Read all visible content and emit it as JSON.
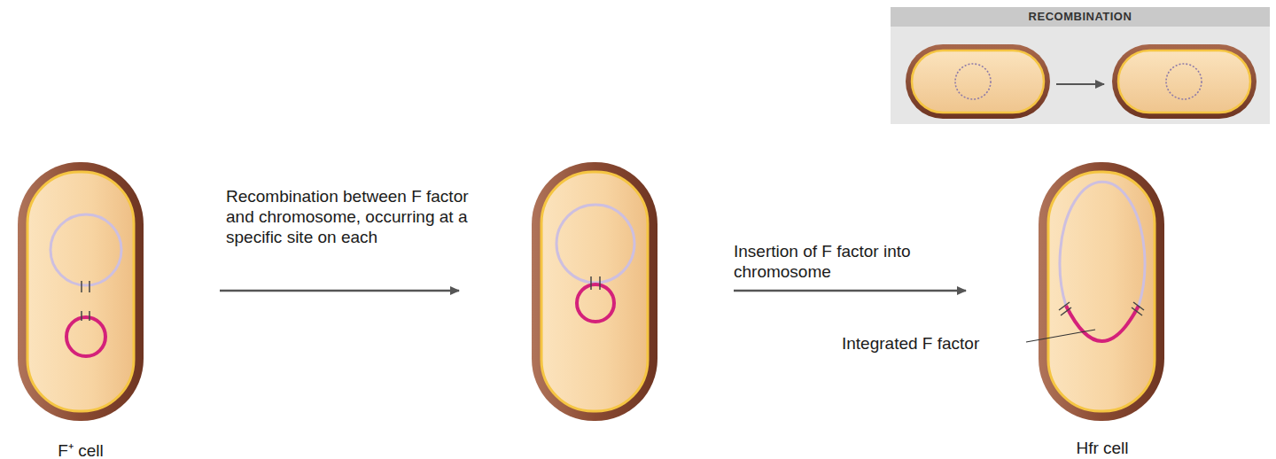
{
  "diagram": {
    "nodes": [
      {
        "text": [
          "RECOMBINATION"
        ]
      },
      {
        "text": [
          "F⁺ cell"
        ]
      },
      {
        "text": [
          "Hfr cell"
        ]
      }
    ],
    "labels": [
      "Recombination between F factor and chromosome, occurring at a specific site on each",
      "Insertion of F factor into chromosome",
      "Integrated F factor"
    ]
  }
}
